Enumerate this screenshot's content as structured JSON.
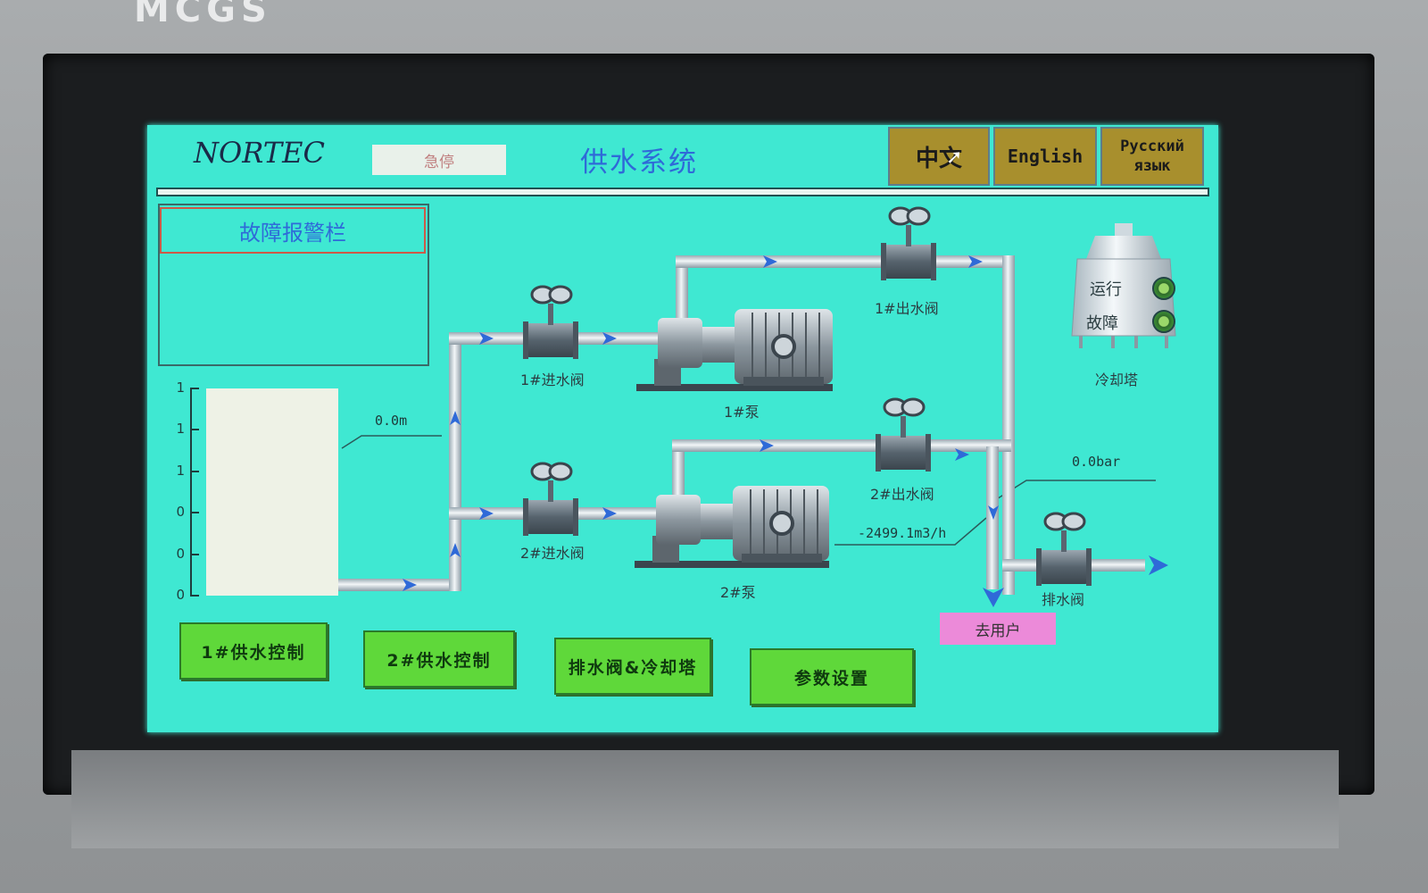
{
  "device": {
    "brand": "MCGS"
  },
  "header": {
    "logo": "NORTEC",
    "estop_label": "急停",
    "title": "供水系统",
    "lang_zh": "中文",
    "lang_en": "English",
    "lang_ru": "Русский язык"
  },
  "fault_panel": {
    "title": "故障报警栏"
  },
  "tank": {
    "ticks": [
      "1",
      "1",
      "1",
      "0",
      "0",
      "0"
    ],
    "level_reading": "0.0m"
  },
  "equipment": {
    "valve_in_1": "1#进水阀",
    "valve_in_2": "2#进水阀",
    "valve_out_1": "1#出水阀",
    "valve_out_2": "2#出水阀",
    "pump_1": "1#泵",
    "pump_2": "2#泵",
    "drain_valve": "排水阀",
    "cooling_tower": "冷却塔",
    "tower_run": "运行",
    "tower_fault": "故障"
  },
  "readings": {
    "pressure": "0.0bar",
    "flow": "-2499.1m3/h"
  },
  "to_user": "去用户",
  "nav": {
    "supply1": "1#供水控制",
    "supply2": "2#供水控制",
    "drain_tower": "排水阀&冷却塔",
    "params": "参数设置"
  },
  "colors": {
    "screen_bg": "#3fe8d2",
    "nav_button": "#5fd83a",
    "lang_button": "#a88f2d",
    "to_user_button": "#ec8ad9",
    "title_text": "#2f6ad8"
  }
}
